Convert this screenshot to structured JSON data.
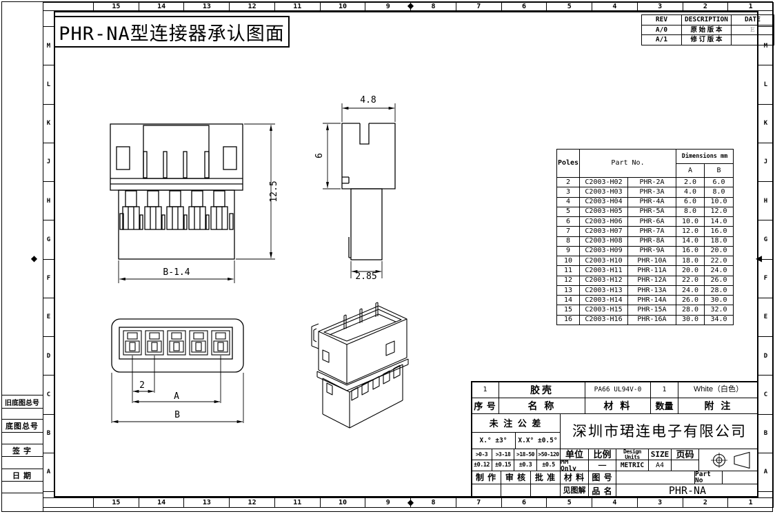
{
  "title_box": {
    "title": "PHR-NA型连接器承认图面"
  },
  "border_grid": {
    "cols": [
      "15",
      "14",
      "13",
      "12",
      "11",
      "10",
      "9",
      "8",
      "7",
      "6",
      "5",
      "4",
      "3",
      "2",
      "1"
    ],
    "rows": [
      "M",
      "L",
      "K",
      "J",
      "H",
      "G",
      "F",
      "E",
      "D",
      "C",
      "B",
      "A"
    ],
    "marker_top": "◆",
    "marker_bottom": "◆",
    "marker_left": "◆",
    "marker_right": "◀"
  },
  "revision_table": {
    "headers": {
      "rev": "REV",
      "description": "DESCRIPTION",
      "date": "DATE"
    },
    "rows": [
      {
        "rev": "A/0",
        "desc": "原 始 版 本",
        "date": "E"
      },
      {
        "rev": "A/1",
        "desc": "修 订 版 本",
        "date": ""
      }
    ]
  },
  "parts_table": {
    "header": {
      "poles": "Poles",
      "part_no": "Part No.",
      "dimensions": "Dimensions mm",
      "a": "A",
      "b": "B"
    },
    "rows": [
      {
        "poles": "2",
        "part1": "C2003-H02",
        "part2": "PHR-2A",
        "a": "2.0",
        "b": "6.0"
      },
      {
        "poles": "3",
        "part1": "C2003-H03",
        "part2": "PHR-3A",
        "a": "4.0",
        "b": "8.0"
      },
      {
        "poles": "4",
        "part1": "C2003-H04",
        "part2": "PHR-4A",
        "a": "6.0",
        "b": "10.0"
      },
      {
        "poles": "5",
        "part1": "C2003-H05",
        "part2": "PHR-5A",
        "a": "8.0",
        "b": "12.0"
      },
      {
        "poles": "6",
        "part1": "C2003-H06",
        "part2": "PHR-6A",
        "a": "10.0",
        "b": "14.0"
      },
      {
        "poles": "7",
        "part1": "C2003-H07",
        "part2": "PHR-7A",
        "a": "12.0",
        "b": "16.0"
      },
      {
        "poles": "8",
        "part1": "C2003-H08",
        "part2": "PHR-8A",
        "a": "14.0",
        "b": "18.0"
      },
      {
        "poles": "9",
        "part1": "C2003-H09",
        "part2": "PHR-9A",
        "a": "16.0",
        "b": "20.0"
      },
      {
        "poles": "10",
        "part1": "C2003-H10",
        "part2": "PHR-10A",
        "a": "18.0",
        "b": "22.0"
      },
      {
        "poles": "11",
        "part1": "C2003-H11",
        "part2": "PHR-11A",
        "a": "20.0",
        "b": "24.0"
      },
      {
        "poles": "12",
        "part1": "C2003-H12",
        "part2": "PHR-12A",
        "a": "22.0",
        "b": "26.0"
      },
      {
        "poles": "13",
        "part1": "C2003-H13",
        "part2": "PHR-13A",
        "a": "24.0",
        "b": "28.0"
      },
      {
        "poles": "14",
        "part1": "C2003-H14",
        "part2": "PHR-14A",
        "a": "26.0",
        "b": "30.0"
      },
      {
        "poles": "15",
        "part1": "C2003-H15",
        "part2": "PHR-15A",
        "a": "28.0",
        "b": "32.0"
      },
      {
        "poles": "16",
        "part1": "C2003-H16",
        "part2": "PHR-16A",
        "a": "30.0",
        "b": "34.0"
      }
    ]
  },
  "dims": {
    "front_height": "12.5",
    "front_width": "B-1.4",
    "side_width": "4.8",
    "side_height": "6",
    "side_tail_width": "2.85",
    "pitch": "2",
    "dim_a": "A",
    "dim_b": "B"
  },
  "side_labels": {
    "old_master_no": "旧底图总号",
    "master_no": "底图总号",
    "signature": "签 字",
    "date": "日 期"
  },
  "title_block": {
    "item_no": "1",
    "item_name": "胶壳",
    "item_material": "PA66 UL94V-0",
    "item_qty": "1",
    "item_note": "White（白色）",
    "col_no": "序 号",
    "col_name": "名  称",
    "col_material": "材  料",
    "col_qty": "数量",
    "col_note": "附  注",
    "tol_title": "未 注 公 差",
    "tol_angle_1": "X.° ±3°",
    "tol_angle_2": "X.X° ±0.5°",
    "tol_r1": ">0-3",
    "tol_r2": ">3-18",
    "tol_r3": ">18-50",
    "tol_r4": ">50-120",
    "tol_v1": "±0.12",
    "tol_v2": "±0.15",
    "tol_v3": "±0.3",
    "tol_v4": "±0.5",
    "company": "深圳市珺连电子有限公司",
    "unit_label": "单位",
    "unit_value": "MM Only",
    "scale_label": "比例",
    "scale_value": "——",
    "design_units_label": "Design\nUnits",
    "design_units_value": "METRIC",
    "size_label": "SIZE",
    "size_value": "A4",
    "page_label": "页码",
    "page_value": "",
    "make_label": "制 作",
    "check_label": "审 核",
    "approve_label": "批 准",
    "material_label": "材 料",
    "drawing_no_label": "图 号",
    "part_no_label": "Part No",
    "see_note": "见图解",
    "product_label": "品 名",
    "product_value": "PHR-NA",
    "projection_icon": "third-angle-projection-icon"
  }
}
